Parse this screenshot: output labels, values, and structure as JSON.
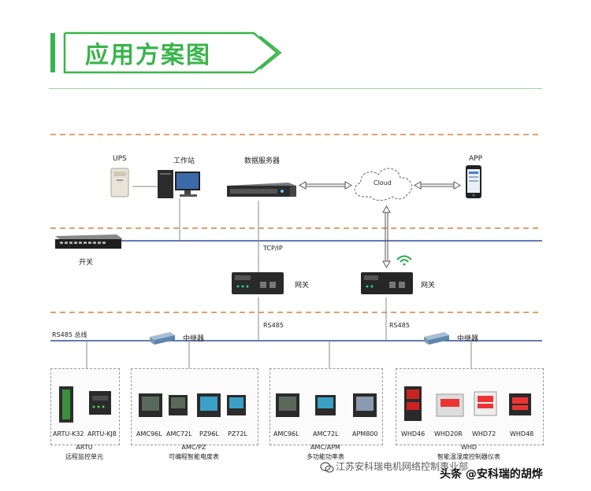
{
  "title": "应用方案图",
  "top_row": {
    "ups": "UPS",
    "workstation": "工作站",
    "data_server": "数据服务器",
    "cloud": "Cloud",
    "app": "APP"
  },
  "network": {
    "switch": "开关",
    "tcpip": "TCP/IP",
    "gateway_left": "网关",
    "gateway_right": "网关",
    "rs485_left": "RS485",
    "rs485_right": "RS485",
    "rs485_bus": "RS485 总线",
    "repeater_left": "中继器",
    "repeater_right": "中继器"
  },
  "groups": [
    {
      "devices": [
        "ARTU-K32",
        "ARTU-KJ8"
      ],
      "code": "ARTU",
      "name": "远程监控单元"
    },
    {
      "devices": [
        "AMC96L",
        "AMC72L",
        "PZ96L",
        "PZ72L"
      ],
      "code": "AMC/PZ",
      "name": "可编程智能电度表"
    },
    {
      "devices": [
        "AMC96L",
        "AMC72L",
        "APM800"
      ],
      "code": "AMC/APM",
      "name": "多功能功率表"
    },
    {
      "devices": [
        "WHD46",
        "WHD20R",
        "WHD72",
        "WHD48"
      ],
      "code": "WHD",
      "name": "智能温湿度控制器仪表"
    }
  ],
  "watermark": {
    "line1": "江苏安科瑞电机网络控制事业部",
    "line2": "头条 @安科瑞的胡烨"
  },
  "colors": {
    "accent_green": "#38b54a",
    "dash_orange": "#d9823b",
    "bus_blue": "#2f4f9a"
  }
}
